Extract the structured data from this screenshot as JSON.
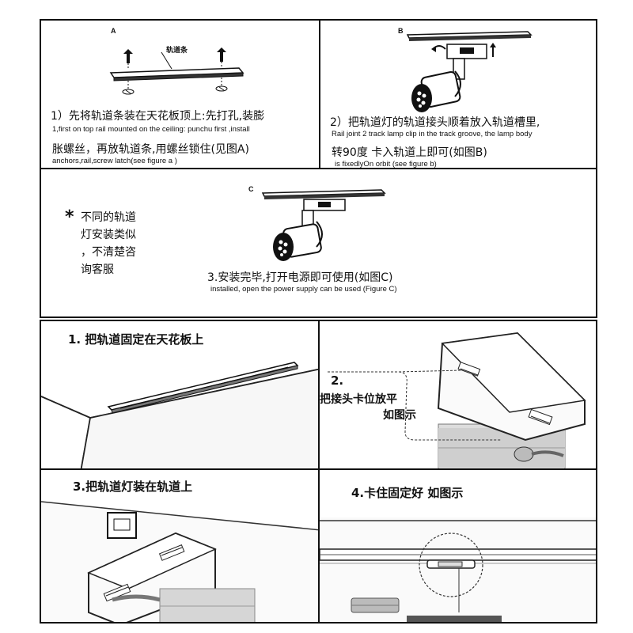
{
  "panel_a": {
    "label": "A",
    "rail_label": "轨道条",
    "text_cn_1": "1）先将轨道条装在天花板顶上:先打孔,装膨",
    "text_en_1": "1,first on top rail mounted on the ceiling: punchu first ,install",
    "text_cn_2": "胀螺丝，再放轨道条,用螺丝锁住(见图A)",
    "text_en_2": "anchors,rail,screw latch(see figure a )"
  },
  "panel_b": {
    "label": "B",
    "text_cn_1": "2）把轨道灯的轨道接头顺着放入轨道槽里,",
    "text_en_1": "Rail joint 2 track lamp clip in the track groove, the lamp body",
    "text_cn_2": "转90度 卡入轨道上即可(如图B)",
    "text_en_2": "is fixedlyOn orbit (see figure b)"
  },
  "panel_c": {
    "label": "C",
    "note_star": "*",
    "note_lines": [
      "不同的轨道",
      "灯安装类似",
      "，不清楚咨",
      "询客服"
    ],
    "text_cn": "3.安装完毕,打开电源即可使用(如图C)",
    "text_en": "installed, open the power supply can be used (Figure C)"
  },
  "photo_1": {
    "caption": "1. 把轨道固定在天花板上"
  },
  "photo_2": {
    "caption_num": "2.",
    "caption_line1": "把接头卡位放平",
    "caption_line2": "如图示"
  },
  "photo_3": {
    "caption": "3.把轨道灯装在轨道上"
  },
  "photo_4": {
    "caption": "4.卡住固定好  如图示"
  }
}
